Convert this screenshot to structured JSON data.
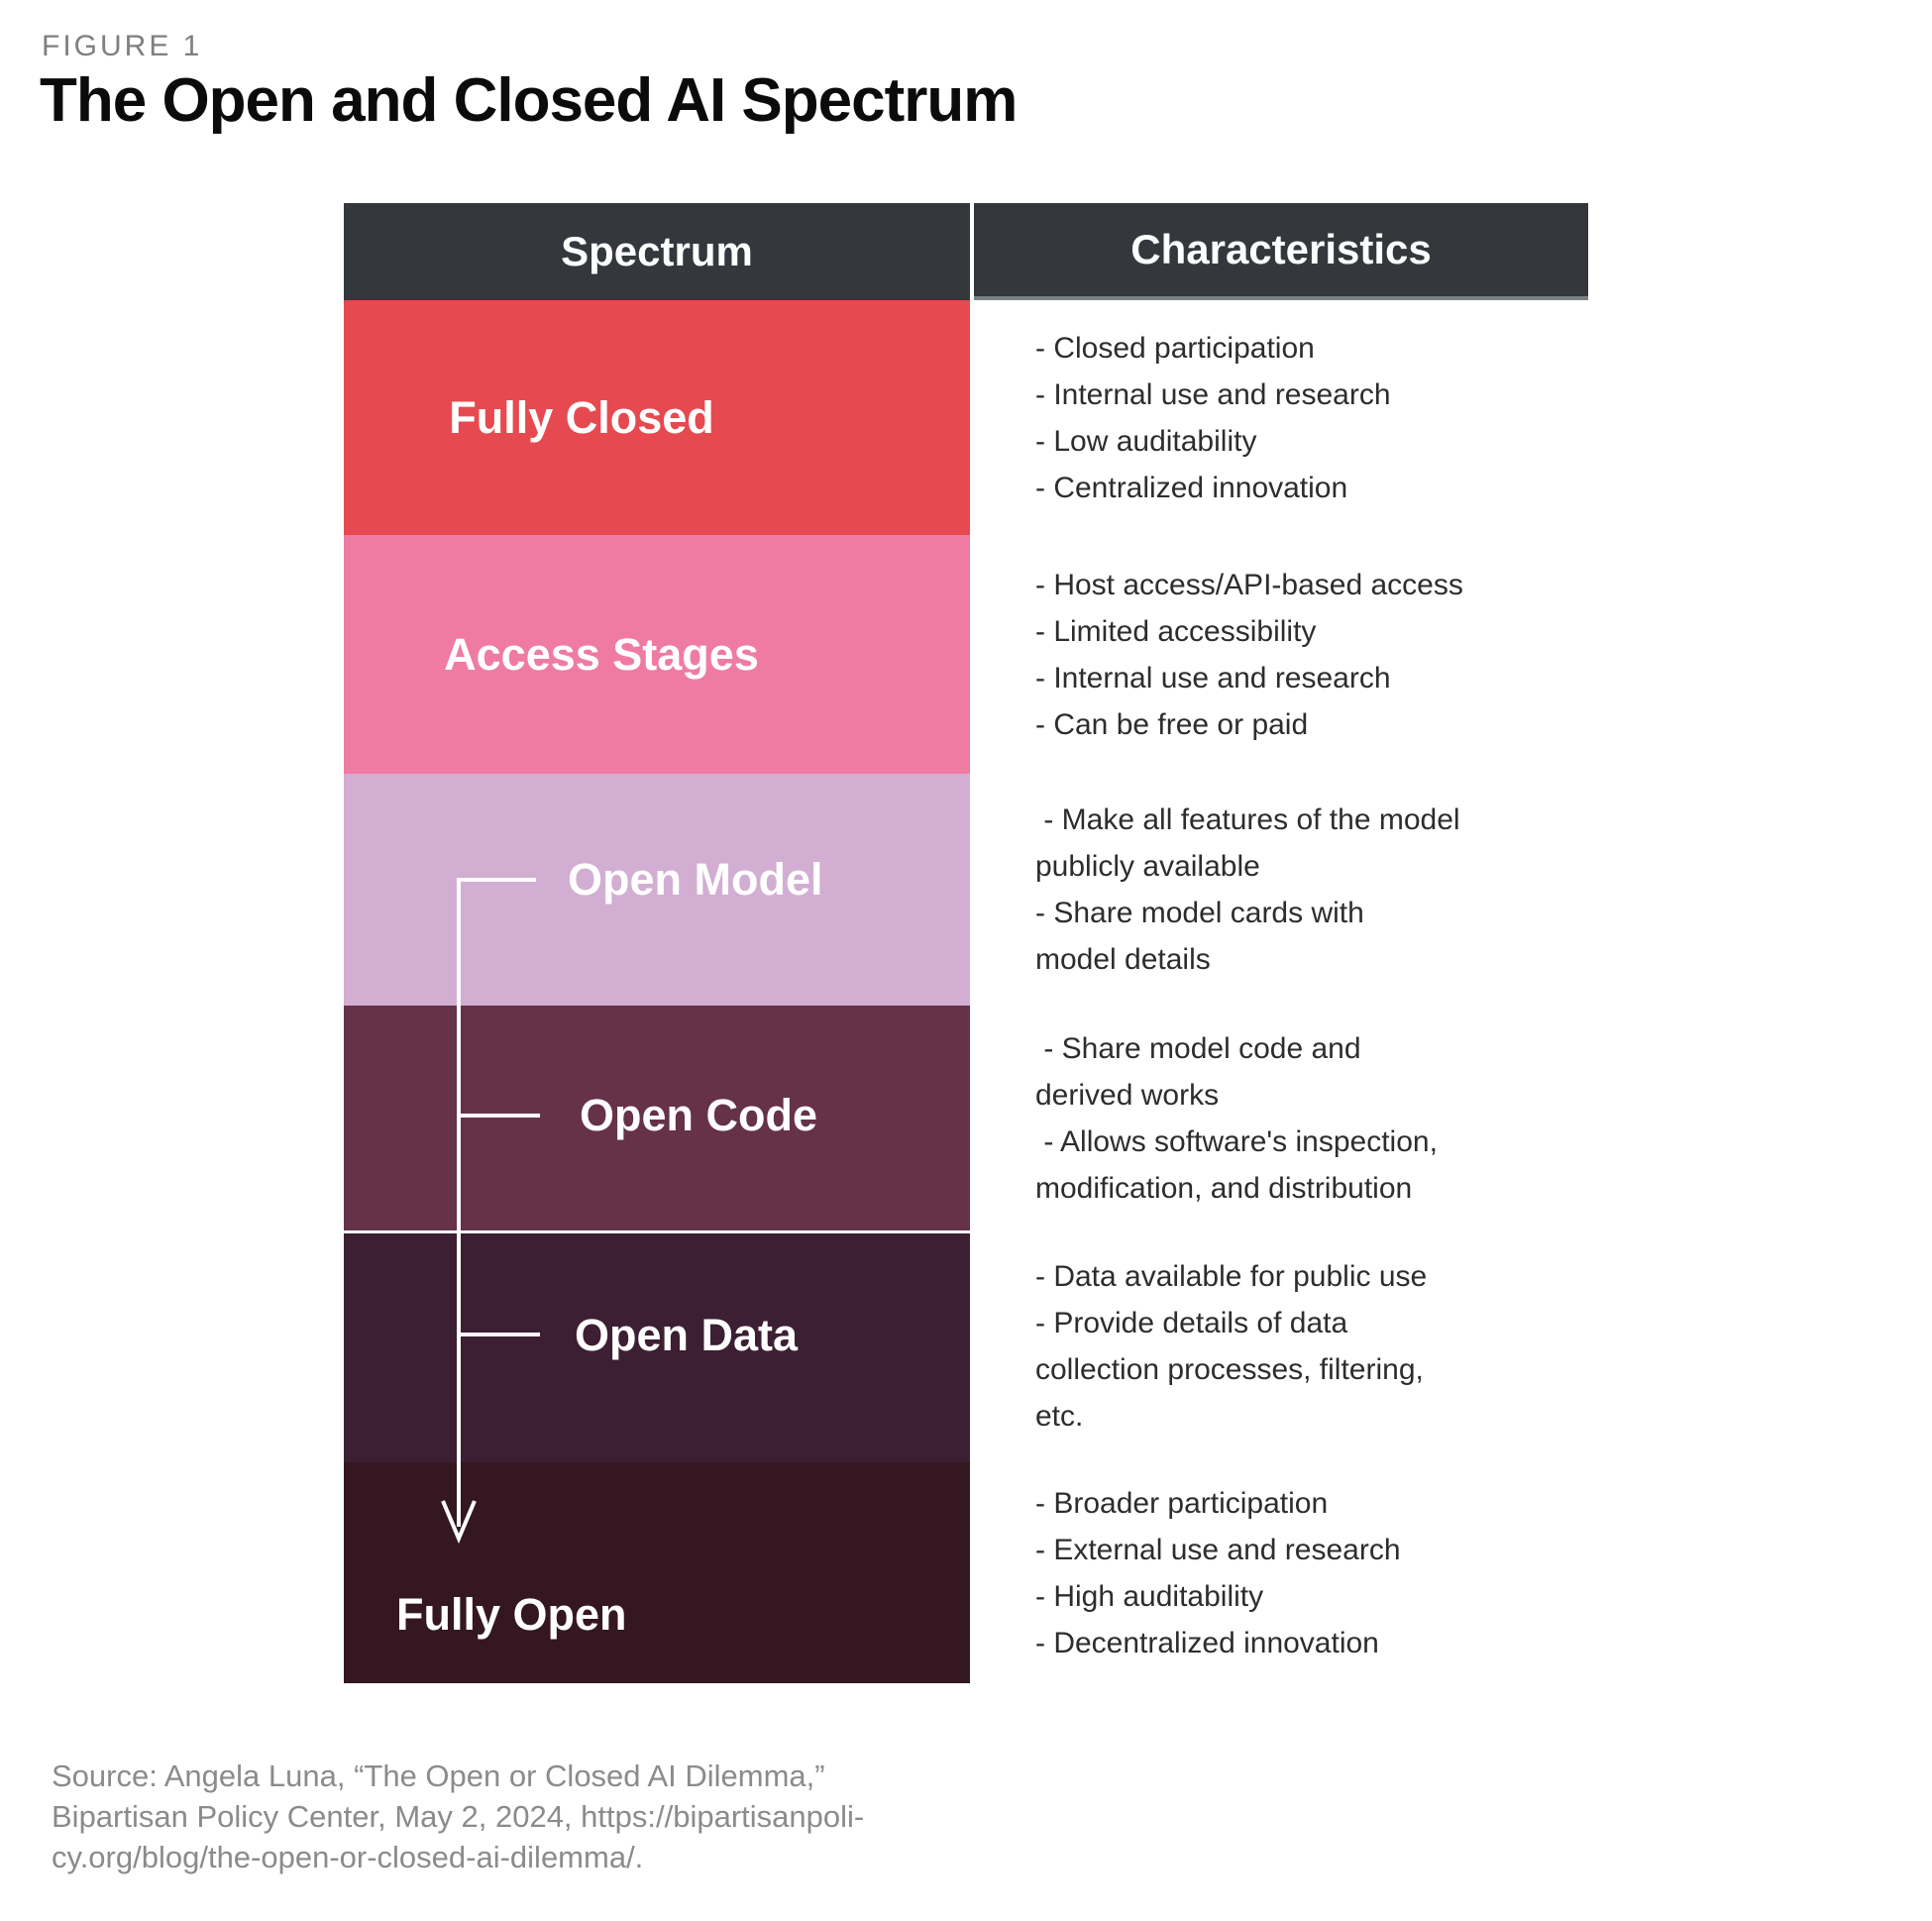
{
  "figure": {
    "label": "FIGURE 1",
    "title": "The Open and Closed AI Spectrum"
  },
  "table": {
    "headers": {
      "spectrum": "Spectrum",
      "characteristics": "Characteristics"
    },
    "header_bg": "#34383c",
    "rows": [
      {
        "label": "Fully Closed",
        "color": "#e64a50",
        "lines": [
          "- Closed participation",
          "- Internal use and research",
          "- Low auditability",
          "- Centralized innovation"
        ]
      },
      {
        "label": "Access Stages",
        "color": "#ef7ba3",
        "lines": [
          "- Host access/API-based access",
          "- Limited accessibility",
          "- Internal use and research",
          "- Can be free or paid"
        ]
      },
      {
        "label": "Open Model",
        "color": "#d2aed3",
        "lines": [
          " - Make all features of the model",
          "publicly available",
          "- Share model cards with",
          "model details"
        ]
      },
      {
        "label": "Open Code",
        "color": "#653248",
        "lines": [
          " - Share model code and",
          "derived works",
          " - Allows software's inspection,",
          "modification, and distribution"
        ]
      },
      {
        "label": "Open Data",
        "color": "#3c1f33",
        "lines": [
          "- Data available for public use",
          "- Provide details of data",
          "collection processes, filtering,",
          "etc."
        ]
      },
      {
        "label": "Fully Open",
        "color": "#341720",
        "lines": [
          "- Broader participation",
          "- External use and research",
          "- High auditability",
          "- Decentralized innovation"
        ]
      }
    ]
  },
  "arrow_color": "#ffffff",
  "source": {
    "line1": "Source: Angela Luna, “The Open or Closed AI Dilemma,”",
    "line2": "Bipartisan Policy Center, May 2, 2024, https://bipartisanpoli-",
    "line3": "cy.org/blog/the-open-or-closed-ai-dilemma/."
  }
}
